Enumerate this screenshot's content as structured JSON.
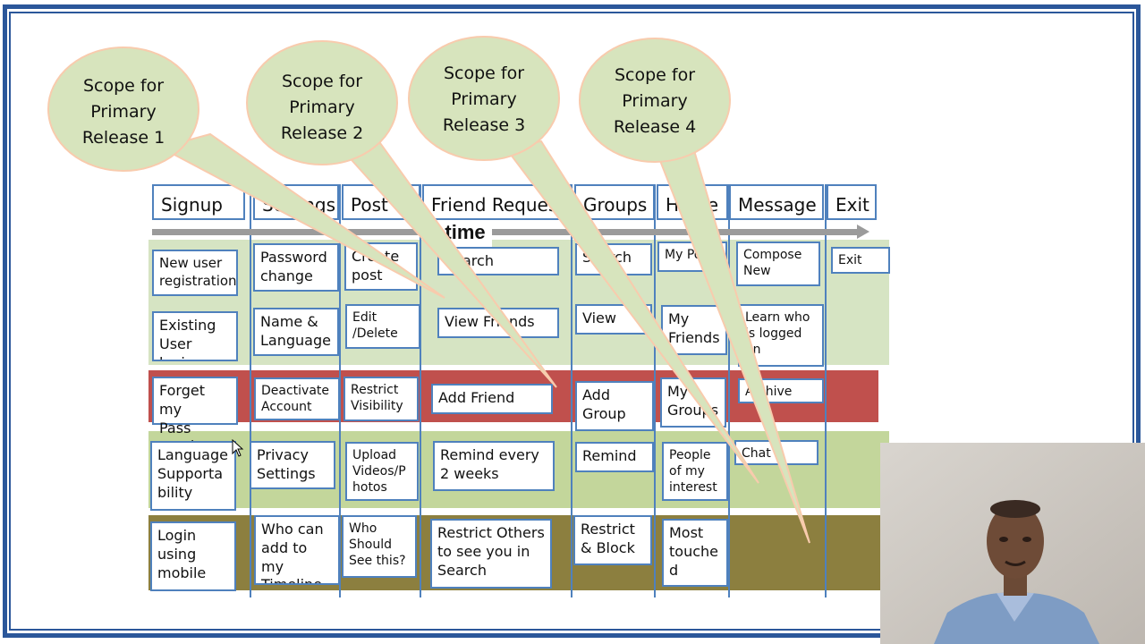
{
  "diagram": {
    "time_label": "time",
    "headers": [
      "Signup",
      "Settings",
      "Post",
      "Friend Request",
      "Groups",
      "Home",
      "Message",
      "Exit"
    ],
    "cells": {
      "signup": [
        "New user\nregistration",
        "Existing\nUser login",
        "Forget my\nPass\nword",
        "Language\nSupporta\nbility",
        "Login\nusing\nmobile"
      ],
      "settings": [
        "Password\nchange",
        "Name &\nLanguage",
        "Deactivate\nAccount",
        "Privacy\nSettings",
        "Who can\nadd to my\nTimeline"
      ],
      "post": [
        "Create\npost",
        "Edit\n/Delete",
        "Restrict\nVisibility",
        "Upload\nVideos/P\nhotos",
        "Who\nShould\nSee this?"
      ],
      "friend_request": [
        "Search",
        "View Friends",
        "Add Friend",
        "Remind every\n2 weeks",
        "Restrict Others\nto see you in\nSearch"
      ],
      "groups": [
        "Search",
        "View",
        "Add\nGroup",
        "Remind",
        "Restrict\n& Block"
      ],
      "home": [
        "My Posts",
        "My\nFriends",
        "My\nGroups",
        "People\nof my\ninterest",
        "Most\ntouche\nd"
      ],
      "message": [
        "Compose\nNew",
        "Learn who\nis logged\non",
        "Archive",
        "Chat"
      ],
      "exit": [
        "Exit"
      ]
    },
    "callouts": [
      "Scope for\nPrimary\nRelease 1",
      "Scope for\nPrimary\nRelease 2",
      "Scope for\nPrimary\nRelease 3",
      "Scope for\nPrimary\nRelease 4"
    ]
  },
  "colors": {
    "border_blue": "#4f81bd",
    "frame_blue": "#2b579a",
    "band_green": "#d6e4c3",
    "band_red": "#c0504d",
    "band_olive": "#c3d69b",
    "band_brown": "#8c7f3f",
    "bubble_fill": "#d7e4bd",
    "bubble_border": "#f8cbad"
  }
}
